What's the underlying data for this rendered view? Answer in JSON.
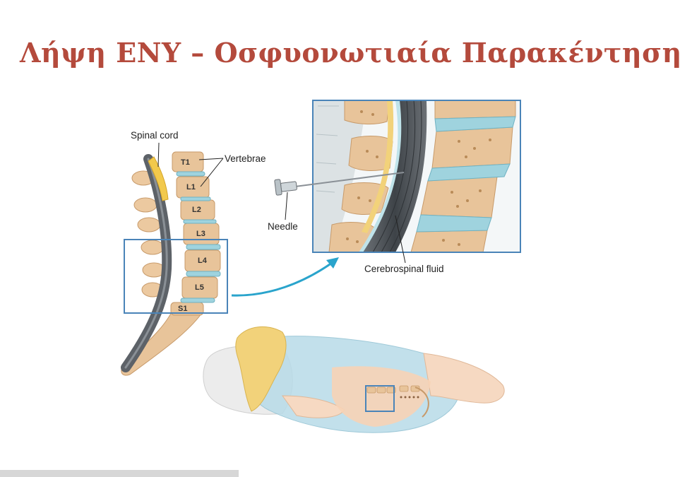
{
  "title": "Λήψη ΕΝΥ – Οσφυονωτιαία Παρακέντηση",
  "labels": {
    "spinal_cord": "Spinal cord",
    "vertebrae": "Vertebrae",
    "needle": "Needle",
    "csf": "Cerebrospinal fluid"
  },
  "vertebrae": [
    "T1",
    "L1",
    "L2",
    "L3",
    "L4",
    "L5",
    "S1"
  ],
  "colors": {
    "title": "#b44a3c",
    "bone": "#e8c49a",
    "disc": "#9fd3de",
    "cord": "#555a60",
    "frame": "#4a84b8",
    "arrow": "#2aa4cc",
    "body": "#b8dbe8",
    "hair": "#f2d27a"
  }
}
